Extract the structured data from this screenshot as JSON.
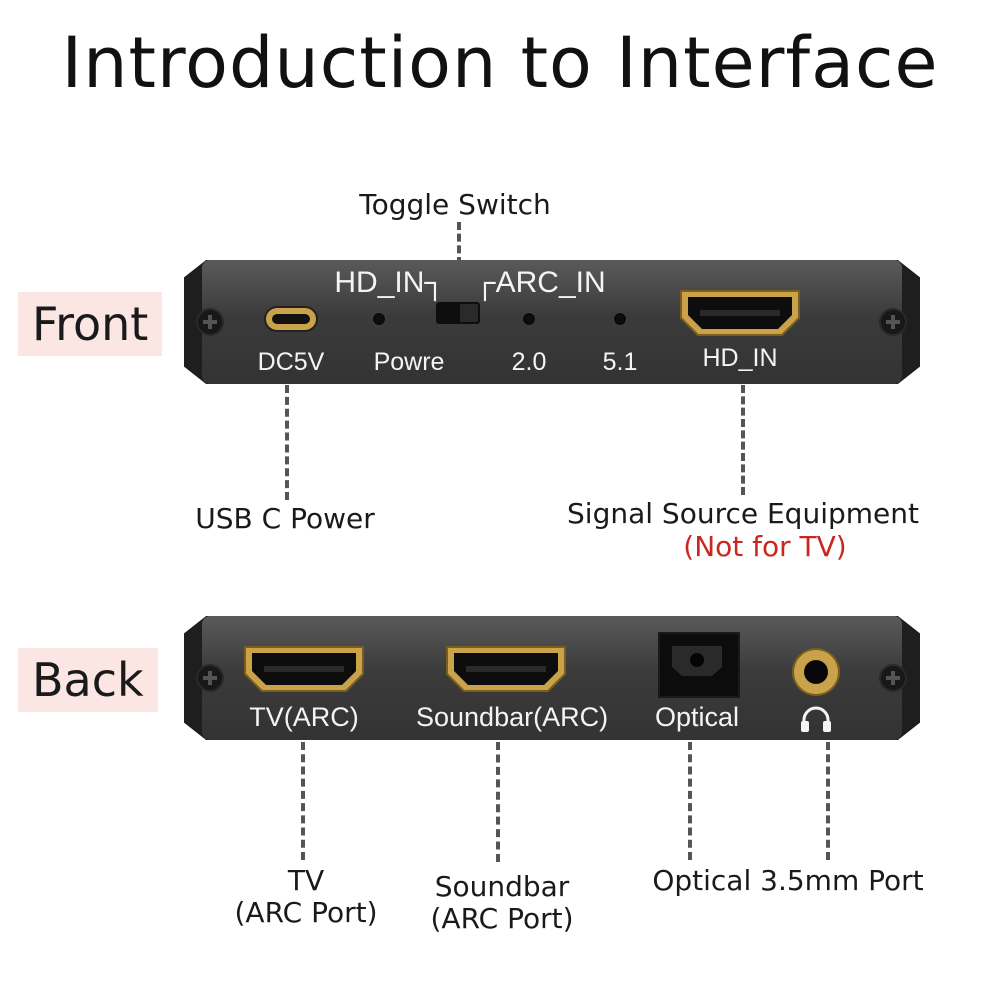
{
  "title": "Introduction to Interface",
  "front": {
    "tag": "Front",
    "top_labels": {
      "hd_in": "HD_IN┐",
      "arc_in": "┌ARC_IN"
    },
    "labels": {
      "dc5v": "DC5V",
      "power": "Powre",
      "ch20": "2.0",
      "ch51": "5.1",
      "hd_in": "HD_IN"
    }
  },
  "back": {
    "tag": "Back",
    "labels": {
      "tv": "TV(ARC)",
      "soundbar": "Soundbar(ARC)",
      "optical": "Optical"
    }
  },
  "callouts": {
    "toggle_switch": "Toggle Switch",
    "usb_c_power": "USB C Power",
    "signal_source": "Signal Source Equipment",
    "not_for_tv": "(Not for TV)",
    "tv": "TV",
    "tv_sub": "(ARC Port)",
    "soundbar": "Soundbar",
    "soundbar_sub": "(ARC Port)",
    "optical_35": "Optical 3.5mm Port"
  },
  "colors": {
    "tag_bg": "#fbe6e4",
    "warning_text": "#c8281e",
    "panel": "#3b3b3b",
    "gold": "#c9a24a"
  },
  "icons": {
    "headphone": "headphone-icon",
    "screw": "screw-icon"
  }
}
